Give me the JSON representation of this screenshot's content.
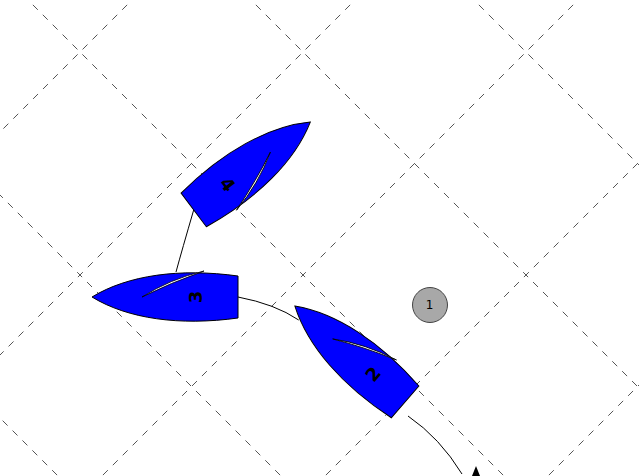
{
  "diagram": {
    "nodes": [
      {
        "text": [
          "4"
        ]
      },
      {
        "text": [
          "3"
        ]
      },
      {
        "text": [
          "1"
        ]
      },
      {
        "text": [
          "2"
        ]
      }
    ],
    "edges": [
      {
        "from": 0,
        "to": 1,
        "arrow": "none"
      },
      {
        "from": 1,
        "to": 3,
        "arrow": "none"
      }
    ]
  }
}
